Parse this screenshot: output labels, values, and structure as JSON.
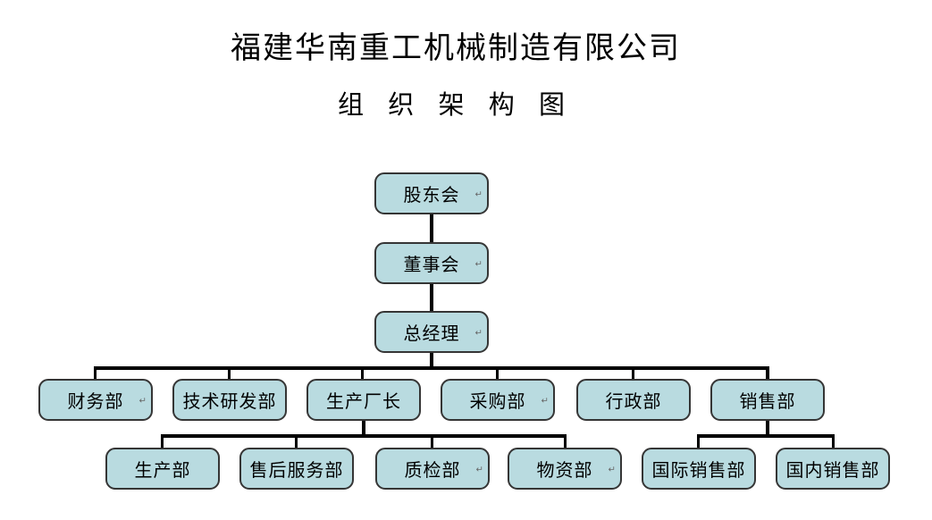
{
  "title": "福建华南重工机械制造有限公司",
  "subtitle": "组 织 架 构 图",
  "colors": {
    "node_fill": "#b9dbe0",
    "node_border": "#353535",
    "connector_line": "#000000",
    "text": "#000000",
    "background": "#ffffff"
  },
  "nodes": {
    "shareholders": {
      "label": "股东会",
      "mark": "↵"
    },
    "board": {
      "label": "董事会",
      "mark": "↵"
    },
    "gm": {
      "label": "总经理",
      "mark": "↵"
    },
    "finance": {
      "label": "财务部",
      "mark": "↵"
    },
    "rd": {
      "label": "技术研发部"
    },
    "proddir": {
      "label": "生产厂长"
    },
    "purchasing": {
      "label": "采购部",
      "mark": "↵"
    },
    "admin": {
      "label": "行政部"
    },
    "sales": {
      "label": "销售部"
    },
    "production": {
      "label": "生产部"
    },
    "aftersales": {
      "label": "售后服务部"
    },
    "qc": {
      "label": "质检部",
      "mark": "↵"
    },
    "materials": {
      "label": "物资部",
      "mark": "↵"
    },
    "intlsales": {
      "label": "国际销售部"
    },
    "domsales": {
      "label": "国内销售部"
    }
  },
  "hierarchy": {
    "label": "股东会",
    "reports": [
      {
        "label": "董事会",
        "reports": [
          {
            "label": "总经理",
            "reports": [
              {
                "label": "财务部"
              },
              {
                "label": "技术研发部"
              },
              {
                "label": "生产厂长",
                "reports": [
                  {
                    "label": "生产部"
                  },
                  {
                    "label": "售后服务部"
                  },
                  {
                    "label": "质检部"
                  },
                  {
                    "label": "物资部"
                  }
                ]
              },
              {
                "label": "采购部"
              },
              {
                "label": "行政部"
              },
              {
                "label": "销售部",
                "reports": [
                  {
                    "label": "国际销售部"
                  },
                  {
                    "label": "国内销售部"
                  }
                ]
              }
            ]
          }
        ]
      }
    ]
  }
}
